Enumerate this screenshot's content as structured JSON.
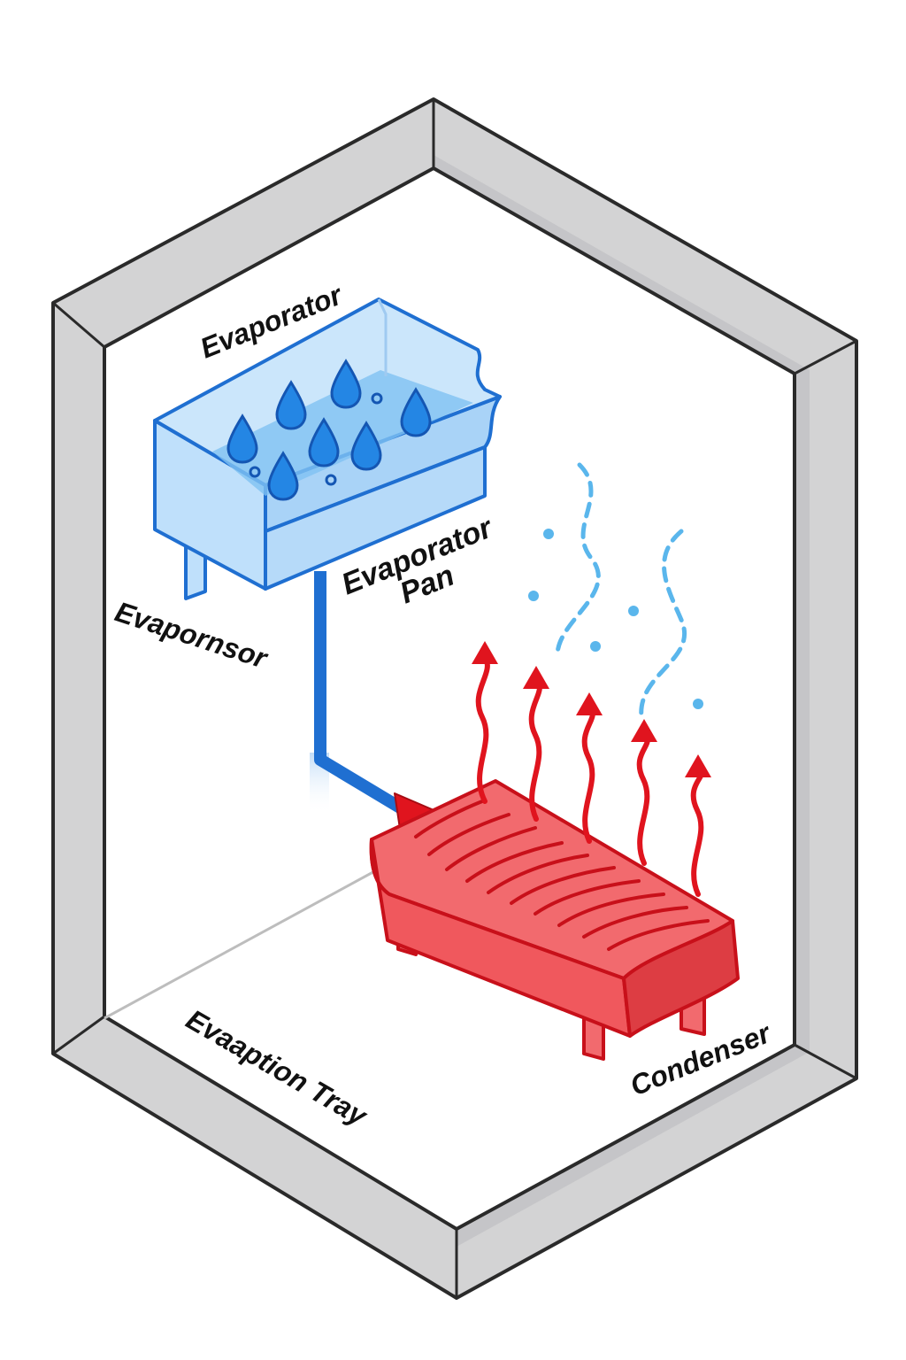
{
  "labels": {
    "evaporator": "Evaporator",
    "evaporator_pan_line1": "Evaporator",
    "evaporator_pan_line2": "Pan",
    "evapornsor": "Evapornsor",
    "evaporation_tray": "Evaaption Tray",
    "condenser": "Condenser"
  },
  "colors": {
    "frame_fill": "#d3d3d4",
    "frame_stroke": "#2a2a2a",
    "water_blue": "#1f6fd1",
    "water_light": "#bfe0fb",
    "heat_red": "#e0141e",
    "heat_light": "#f26a6e",
    "vapor": "#5ab6ec"
  },
  "icons": {
    "droplet": "water-droplet-icon",
    "heat": "heat-wave-arrow-icon",
    "vapor": "vapor-wave-icon"
  }
}
